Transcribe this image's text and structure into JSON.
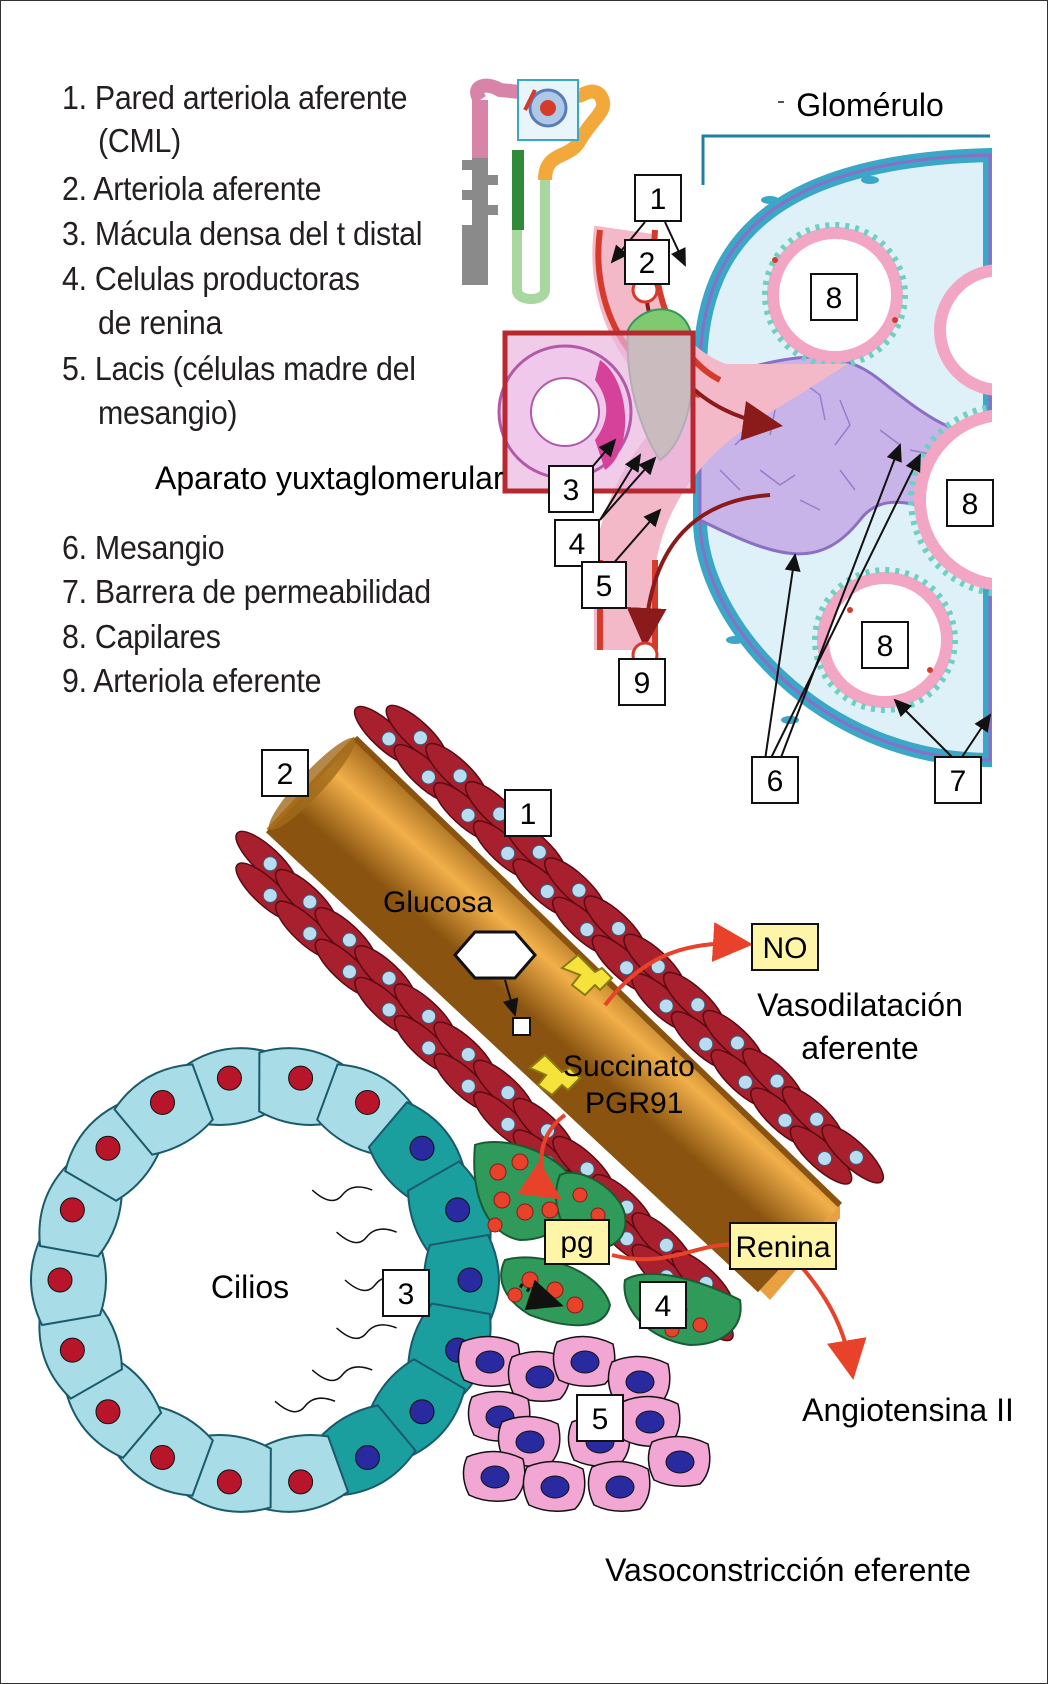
{
  "legend": [
    {
      "line1": "1. Pared arteriola aferente",
      "line2": "(CML)"
    },
    {
      "line1": "2. Arteriola aferente"
    },
    {
      "line1": "3. Mácula densa del t distal"
    },
    {
      "line1": "4. Celulas productoras",
      "line2": "de renina"
    },
    {
      "line1": "5. Lacis (células madre del",
      "line2": "mesangio)"
    },
    {
      "line1": "6. Mesangio"
    },
    {
      "line1": "7. Barrera de permeabilidad"
    },
    {
      "line1": "8. Capilares"
    },
    {
      "line1": "9. Arteriola eferente"
    }
  ],
  "top_diagram": {
    "title": "Glomérulo",
    "apparatus_label": "Aparato yuxtaglomerular",
    "markers": [
      "1",
      "2",
      "3",
      "4",
      "5",
      "6",
      "7",
      "8",
      "8",
      "8",
      "9"
    ]
  },
  "bottom_diagram": {
    "glucose": "Glucosa",
    "succinate": "Succinato",
    "receptor": "PGR91",
    "no": "NO",
    "vasodilation_1": "Vasodilatación",
    "vasodilation_2": "aferente",
    "pg": "pg",
    "renin": "Renina",
    "angiotensin": "Angiotensina II",
    "cilia": "Cilios",
    "vasoconstriction": "Vasoconstricción eferente",
    "markers": [
      "2",
      "1",
      "3",
      "4",
      "5"
    ]
  },
  "colors": {
    "afferent_red": "#d63a2a",
    "glomerulus_blue": "#3aa6c8",
    "mesangium_purple": "#8a6fc4",
    "capillary_pink": "#f2a6c4",
    "vessel_orange": "#e0922a",
    "smooth_muscle": "#a8202e",
    "macula_teal": "#1a9e9e",
    "renin_green": "#2f9a5a",
    "label_yellow": "#fff5a8",
    "arrow_red": "#e8432a"
  }
}
